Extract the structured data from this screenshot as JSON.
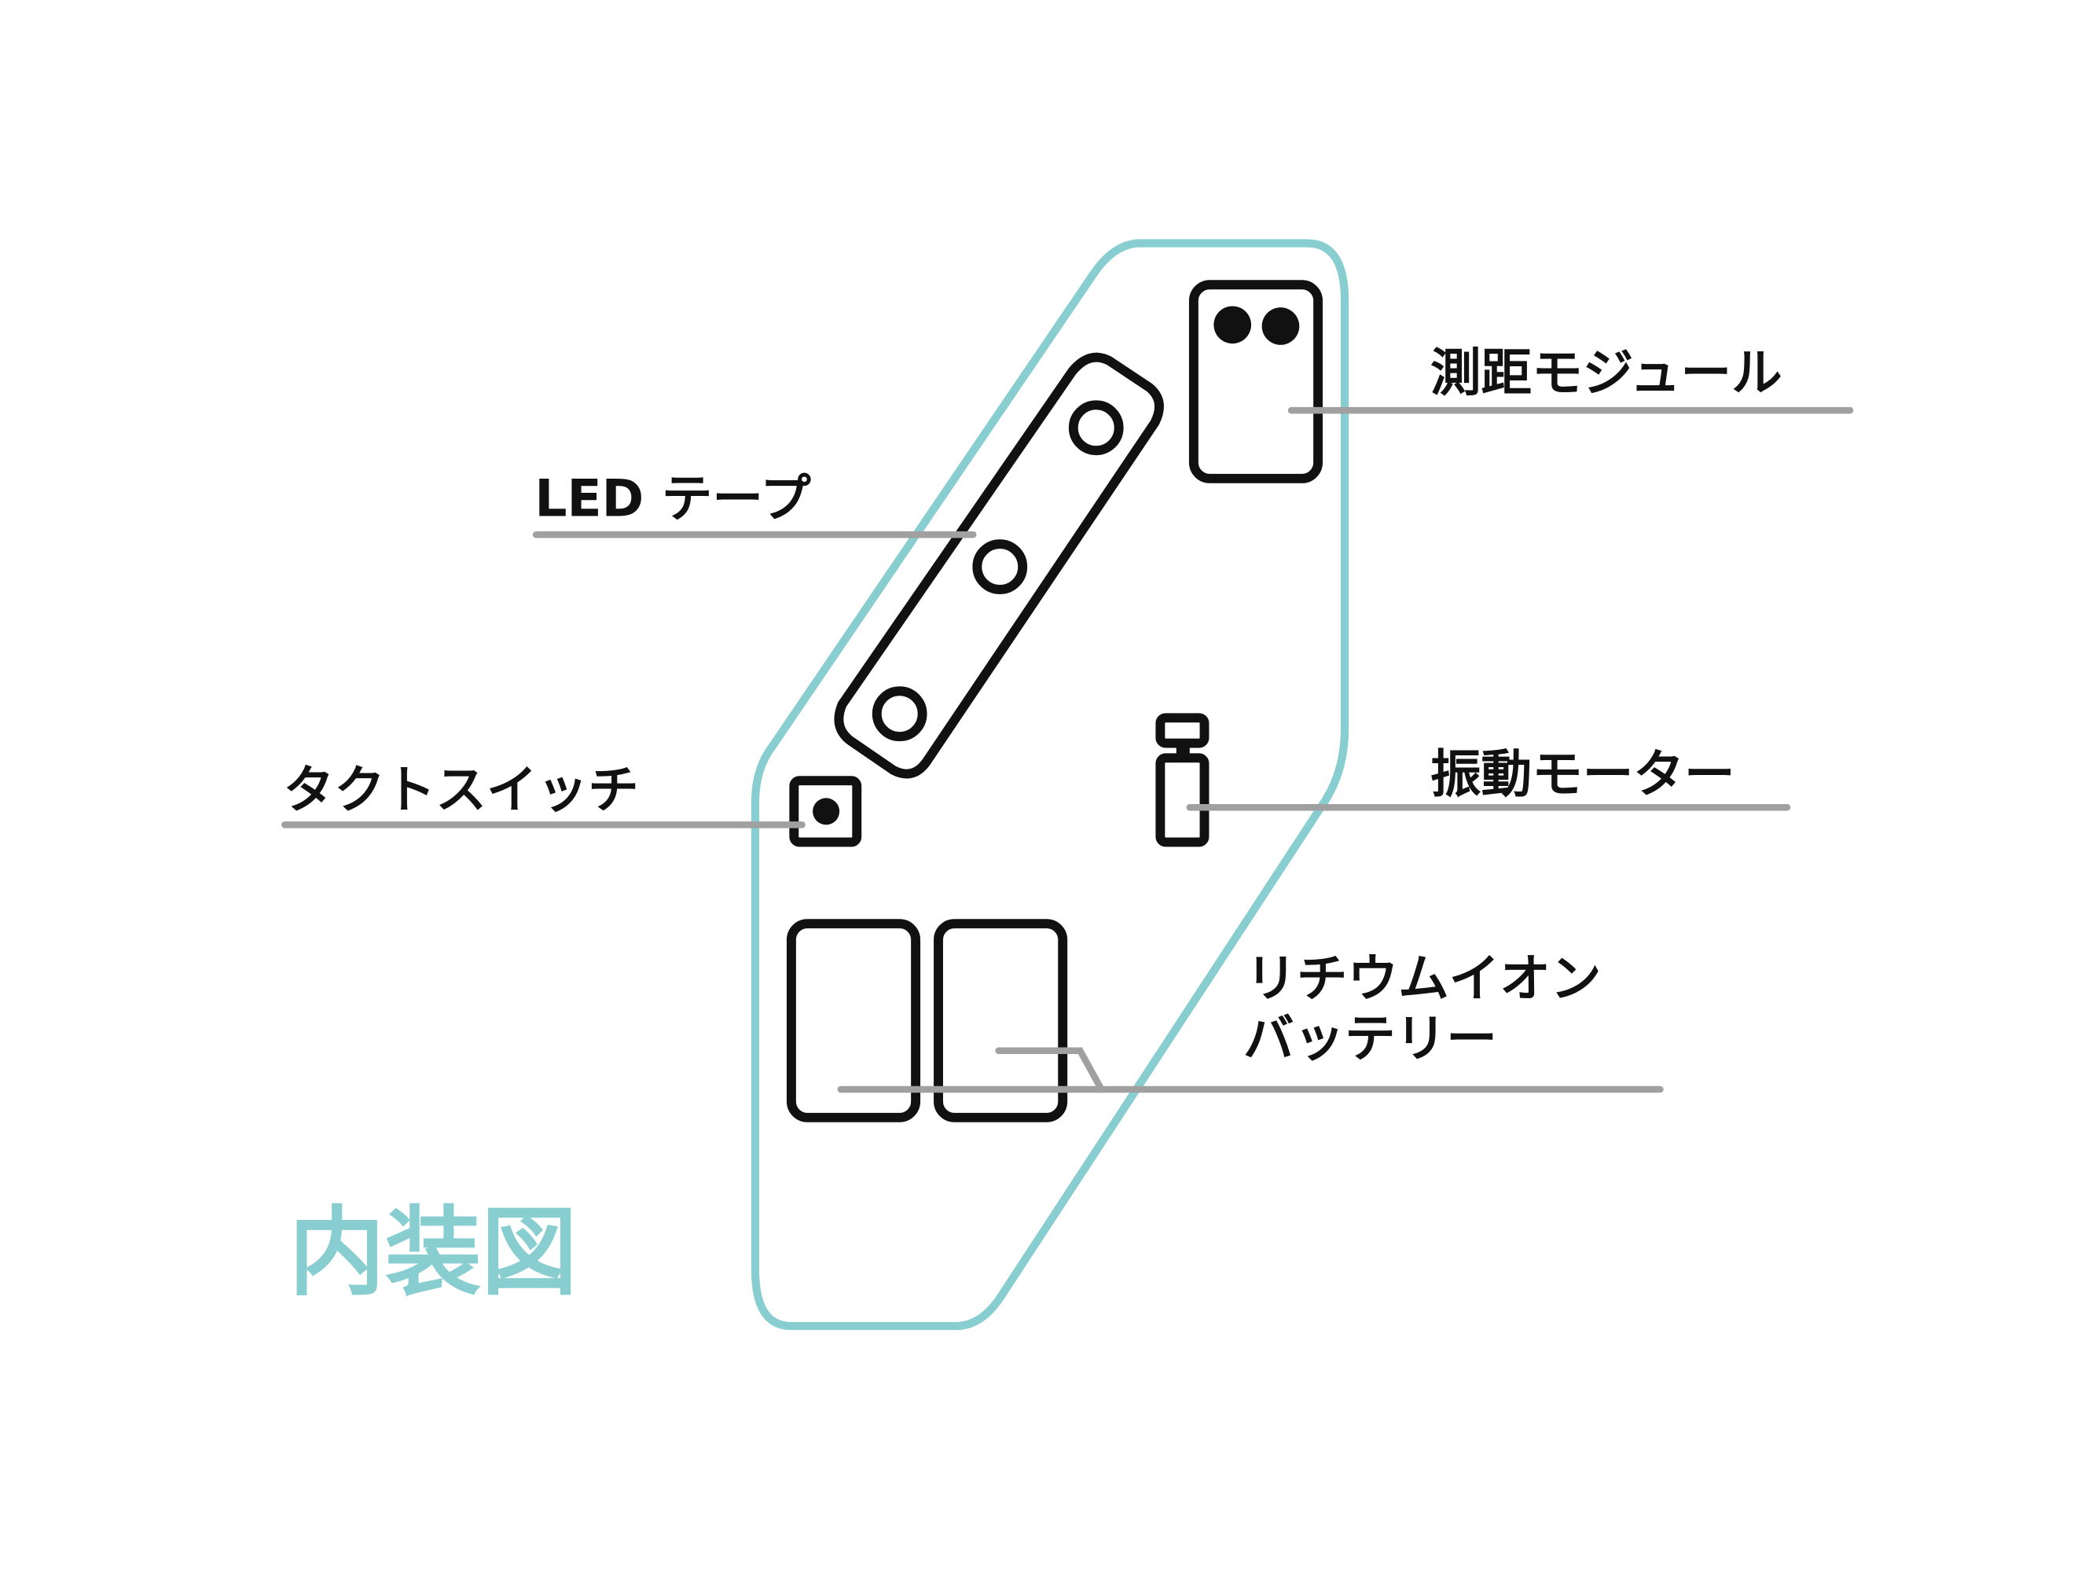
{
  "title": "内装図",
  "labels": {
    "distance_module": "測距モジュール",
    "led_tape": "LED テープ",
    "tact_switch": "タクトスイッチ",
    "vibration_motor": "振動モーター",
    "battery_line1": "リチウムイオン",
    "battery_line2": "バッテリー"
  },
  "colors": {
    "accent": "#88cdd0",
    "leader": "#a0a0a0",
    "parts": "#111111"
  }
}
